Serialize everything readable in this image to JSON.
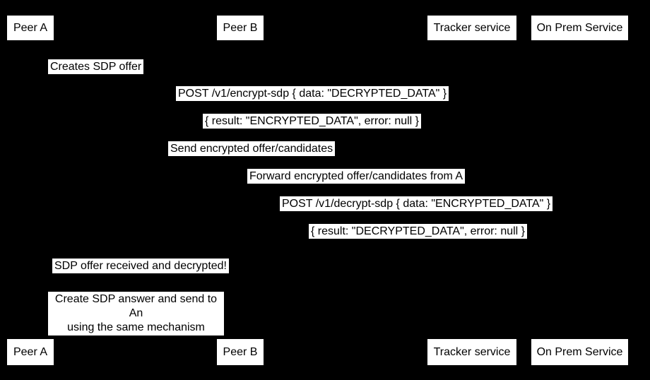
{
  "diagram": {
    "type": "sequence",
    "colors": {
      "background": "#000000",
      "box_fill": "#ffffff",
      "text": "#000000"
    }
  },
  "participants": [
    {
      "label": "Peer A"
    },
    {
      "label": "Peer B"
    },
    {
      "label": "Tracker service"
    },
    {
      "label": "On Prem Service"
    }
  ],
  "messages": [
    {
      "text": "Creates SDP offer"
    },
    {
      "text": "POST /v1/encrypt-sdp { data: \"DECRYPTED_DATA\" }"
    },
    {
      "text": "{ result: \"ENCRYPTED_DATA\", error: null }"
    },
    {
      "text": "Send encrypted offer/candidates"
    },
    {
      "text": "Forward encrypted offer/candidates from A"
    },
    {
      "text": "POST /v1/decrypt-sdp { data: \"ENCRYPTED_DATA\" }"
    },
    {
      "text": "{ result: \"DECRYPTED_DATA\", error: null }"
    },
    {
      "text": "SDP offer received and decrypted!"
    }
  ],
  "note": {
    "lines": [
      "Create SDP answer and send to An",
      "using the same mechanism"
    ]
  }
}
